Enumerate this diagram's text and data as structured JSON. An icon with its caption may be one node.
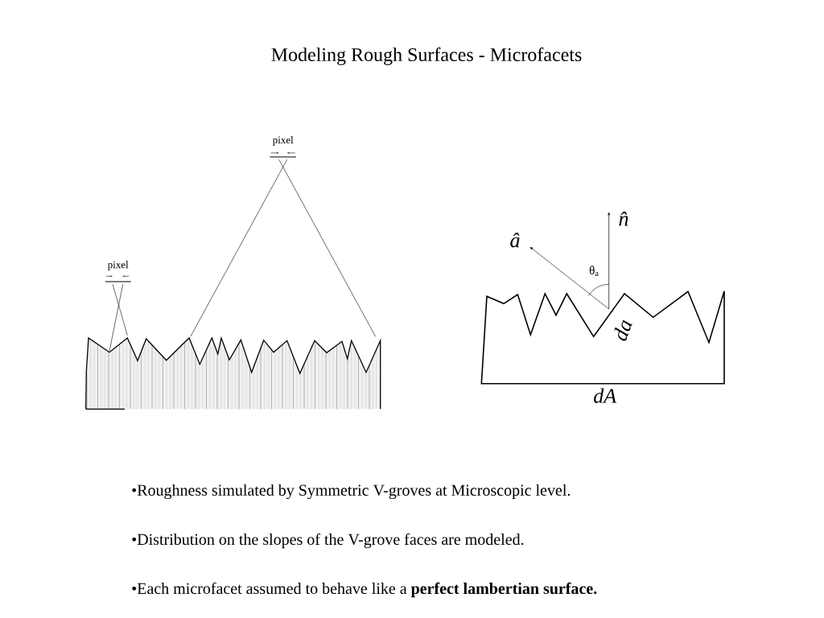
{
  "diagram": {
    "title": "Modeling Rough Surfaces - Microfacets",
    "labels": [
      "pixel",
      "pixel",
      "â",
      "n̂",
      "θ$_{a}$",
      "da",
      "dA",
      "•Roughness simulated by Symmetric V-groves at Microscopic level.",
      "•Distribution on the slopes of the V-grove faces are modeled.",
      "•Each microfacet assumed to behave like a **perfect lambertian surface.**"
    ]
  }
}
